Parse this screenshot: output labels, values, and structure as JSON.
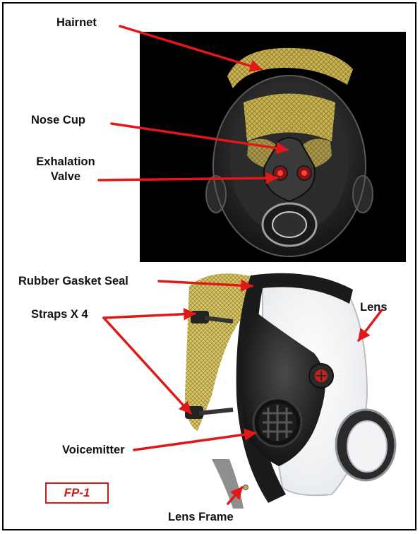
{
  "labels": {
    "hairnet": "Hairnet",
    "nose_cup": "Nose Cup",
    "exhalation_valve_line1": "Exhalation",
    "exhalation_valve_line2": "Valve",
    "rubber_gasket_seal": "Rubber Gasket Seal",
    "straps": "Straps X 4",
    "lens": "Lens",
    "voicemitter": "Voicemitter",
    "lens_frame": "Lens Frame"
  },
  "figure_id": "FP-1",
  "colors": {
    "arrow": "#e01818",
    "photo_background": "#000000",
    "hairnet_mesh": "#c9b455",
    "mask_rubber": "#1e1e1e",
    "figure_id": "#d21a1a"
  }
}
